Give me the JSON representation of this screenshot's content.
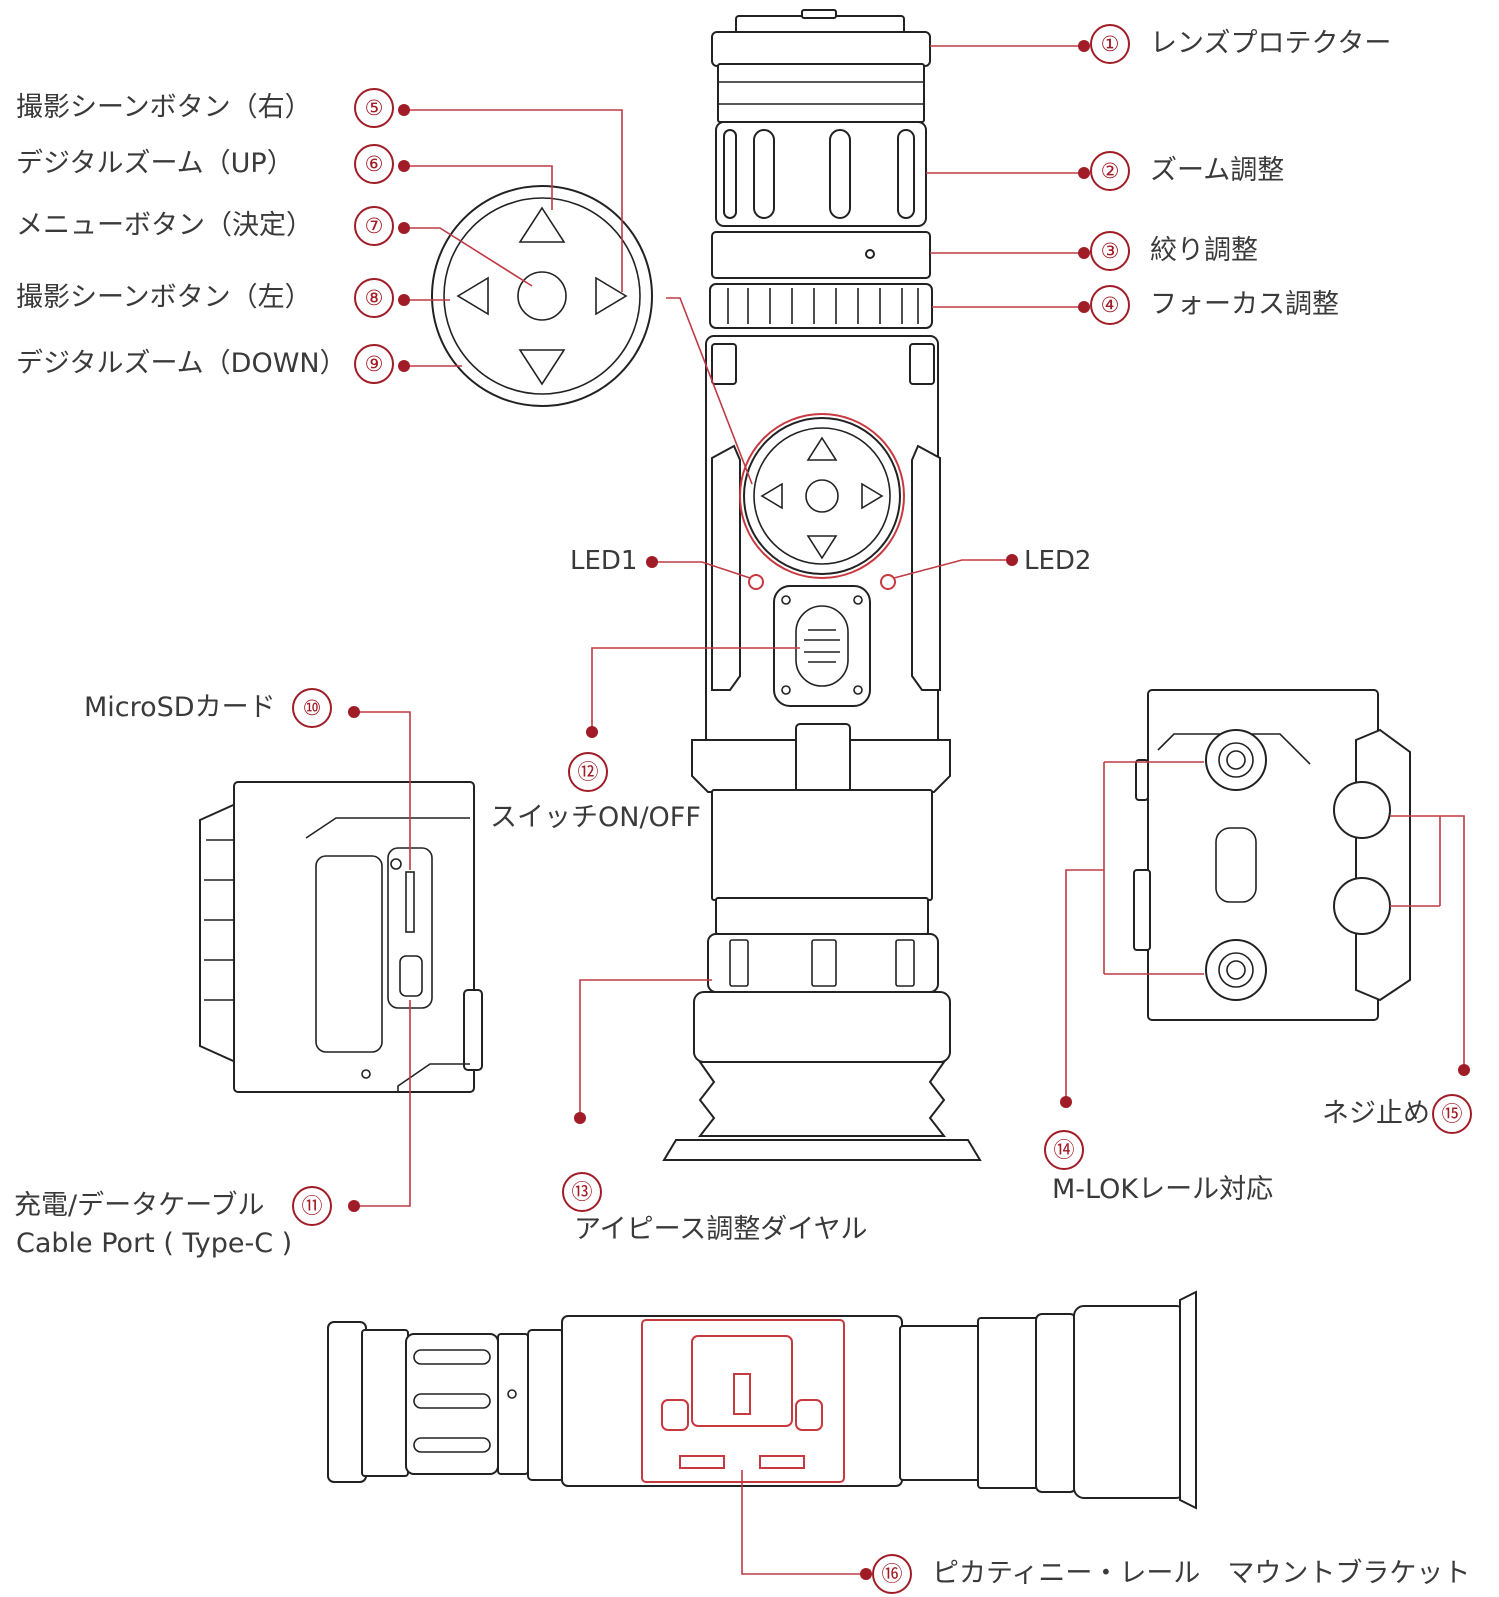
{
  "callouts": [
    {
      "n": "①",
      "text": "レンズプロテクター"
    },
    {
      "n": "②",
      "text": "ズーム調整"
    },
    {
      "n": "③",
      "text": "絞り調整"
    },
    {
      "n": "④",
      "text": "フォーカス調整"
    },
    {
      "n": "⑤",
      "text": "撮影シーンボタン（右）"
    },
    {
      "n": "⑥",
      "text": "デジタルズーム（UP）"
    },
    {
      "n": "⑦",
      "text": "メニューボタン（決定）"
    },
    {
      "n": "⑧",
      "text": "撮影シーンボタン（左）"
    },
    {
      "n": "⑨",
      "text": "デジタルズーム（DOWN）"
    },
    {
      "n": "⑩",
      "text": "MicroSDカード"
    },
    {
      "n": "⑪",
      "text": "充電/データケーブル",
      "text2": "Cable Port ( Type-C )"
    },
    {
      "n": "⑫",
      "text": "スイッチON/OFF"
    },
    {
      "n": "⑬",
      "text": "アイピース調整ダイヤル"
    },
    {
      "n": "⑭",
      "text": "M-LOKレール対応"
    },
    {
      "n": "⑮",
      "text": "ネジ止め"
    },
    {
      "n": "⑯",
      "text": "ピカティニー・レール　マウントブラケット"
    }
  ],
  "leds": {
    "led1": "LED1",
    "led2": "LED2"
  },
  "colors": {
    "accent": "#a01c26",
    "leader": "#c03a44",
    "ink": "#222222",
    "text": "#3a3a3a"
  }
}
